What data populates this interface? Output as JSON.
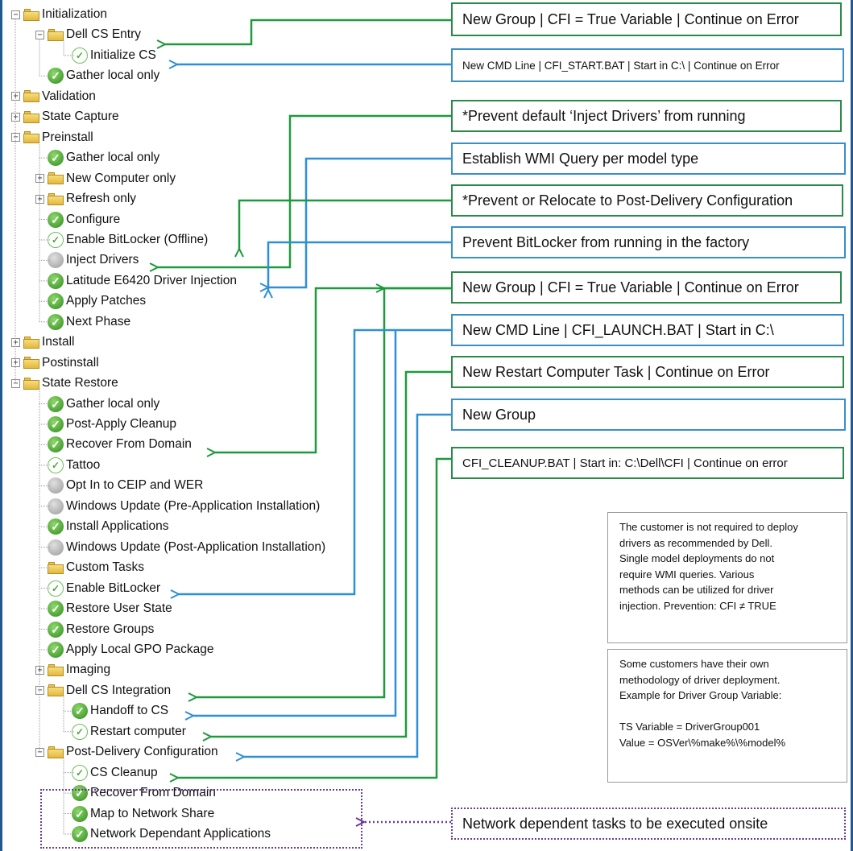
{
  "colors": {
    "green_connector": "#1e9a3c",
    "blue_connector": "#2f8fd6",
    "purple_connector": "#6a3a9a",
    "green_box_border": "#2a8a4a",
    "blue_box_border": "#3a8fc6"
  },
  "tree": [
    {
      "label": "Initialization",
      "kind": "folder",
      "expander": "−",
      "level": 0
    },
    {
      "label": "Dell CS Entry",
      "kind": "folder",
      "expander": "−",
      "level": 1
    },
    {
      "label": "Initialize CS",
      "kind": "check-light",
      "expander": "",
      "level": 2
    },
    {
      "label": "Gather local only",
      "kind": "check-green",
      "expander": "",
      "level": 1
    },
    {
      "label": "Validation",
      "kind": "folder",
      "expander": "+",
      "level": 0
    },
    {
      "label": "State Capture",
      "kind": "folder",
      "expander": "+",
      "level": 0
    },
    {
      "label": "Preinstall",
      "kind": "folder",
      "expander": "−",
      "level": 0
    },
    {
      "label": "Gather local only",
      "kind": "check-green",
      "expander": "",
      "level": 1
    },
    {
      "label": "New Computer only",
      "kind": "folder",
      "expander": "+",
      "level": 1
    },
    {
      "label": "Refresh only",
      "kind": "folder",
      "expander": "+",
      "level": 1
    },
    {
      "label": "Configure",
      "kind": "check-green",
      "expander": "",
      "level": 1
    },
    {
      "label": "Enable BitLocker (Offline)",
      "kind": "check-light",
      "expander": "",
      "level": 1
    },
    {
      "label": "Inject Drivers",
      "kind": "check-grey",
      "expander": "",
      "level": 1
    },
    {
      "label": "Latitude E6420 Driver Injection",
      "kind": "check-green",
      "expander": "",
      "level": 1
    },
    {
      "label": "Apply Patches",
      "kind": "check-green",
      "expander": "",
      "level": 1
    },
    {
      "label": "Next Phase",
      "kind": "check-green",
      "expander": "",
      "level": 1
    },
    {
      "label": "Install",
      "kind": "folder",
      "expander": "+",
      "level": 0
    },
    {
      "label": "Postinstall",
      "kind": "folder",
      "expander": "+",
      "level": 0
    },
    {
      "label": "State Restore",
      "kind": "folder",
      "expander": "−",
      "level": 0
    },
    {
      "label": "Gather local only",
      "kind": "check-green",
      "expander": "",
      "level": 1
    },
    {
      "label": "Post-Apply Cleanup",
      "kind": "check-green",
      "expander": "",
      "level": 1
    },
    {
      "label": "Recover From Domain",
      "kind": "check-green",
      "expander": "",
      "level": 1
    },
    {
      "label": "Tattoo",
      "kind": "check-light",
      "expander": "",
      "level": 1
    },
    {
      "label": "Opt In to CEIP and WER",
      "kind": "check-grey",
      "expander": "",
      "level": 1
    },
    {
      "label": "Windows Update (Pre-Application Installation)",
      "kind": "check-grey",
      "expander": "",
      "level": 1
    },
    {
      "label": "Install Applications",
      "kind": "check-green",
      "expander": "",
      "level": 1
    },
    {
      "label": "Windows Update (Post-Application Installation)",
      "kind": "check-grey",
      "expander": "",
      "level": 1
    },
    {
      "label": "Custom Tasks",
      "kind": "folder",
      "expander": "",
      "level": 1
    },
    {
      "label": "Enable BitLocker",
      "kind": "check-light",
      "expander": "",
      "level": 1
    },
    {
      "label": "Restore User State",
      "kind": "check-green",
      "expander": "",
      "level": 1
    },
    {
      "label": "Restore Groups",
      "kind": "check-green",
      "expander": "",
      "level": 1
    },
    {
      "label": "Apply Local GPO Package",
      "kind": "check-green",
      "expander": "",
      "level": 1
    },
    {
      "label": "Imaging",
      "kind": "folder",
      "expander": "+",
      "level": 1
    },
    {
      "label": "Dell CS Integration",
      "kind": "folder",
      "expander": "−",
      "level": 1
    },
    {
      "label": "Handoff to CS",
      "kind": "check-green",
      "expander": "",
      "level": 2
    },
    {
      "label": "Restart computer",
      "kind": "check-light",
      "expander": "",
      "level": 2
    },
    {
      "label": "Post-Delivery Configuration",
      "kind": "folder",
      "expander": "−",
      "level": 1
    },
    {
      "label": "CS Cleanup",
      "kind": "check-light",
      "expander": "",
      "level": 2
    },
    {
      "label": "Recover From Domain",
      "kind": "check-green",
      "expander": "",
      "level": 2
    },
    {
      "label": "Map to Network Share",
      "kind": "check-green",
      "expander": "",
      "level": 2
    },
    {
      "label": "Network Dependant Applications",
      "kind": "check-green",
      "expander": "",
      "level": 2
    }
  ],
  "callouts": [
    {
      "text": "New Group | CFI = True Variable | Continue on Error",
      "style": "green",
      "size": "large"
    },
    {
      "text": "New CMD Line | CFI_START.BAT | Start in C:\\ | Continue on Error",
      "style": "blue",
      "size": "small"
    },
    {
      "text": "*Prevent default ‘Inject Drivers’ from running",
      "style": "green",
      "size": "large"
    },
    {
      "text": "Establish WMI Query per model type",
      "style": "blue",
      "size": "large"
    },
    {
      "text": "*Prevent or Relocate to Post-Delivery Configuration",
      "style": "green",
      "size": "large"
    },
    {
      "text": "Prevent BitLocker from running in the factory",
      "style": "blue",
      "size": "large"
    },
    {
      "text": "New Group | CFI = True Variable | Continue on Error",
      "style": "green",
      "size": "large"
    },
    {
      "text": "New CMD Line | CFI_LAUNCH.BAT | Start in C:\\",
      "style": "blue",
      "size": "large"
    },
    {
      "text": "New Restart Computer Task | Continue on Error",
      "style": "green",
      "size": "large"
    },
    {
      "text": "New Group",
      "style": "blue",
      "size": "large"
    },
    {
      "text": "CFI_CLEANUP.BAT | Start in: C:\\Dell\\CFI | Continue on error",
      "style": "green",
      "size": "medium"
    },
    {
      "text": "Network dependent tasks to be executed onsite",
      "style": "purple",
      "size": "large"
    }
  ],
  "notes": [
    {
      "text": "The customer is not required to deploy\ndrivers as recommended by Dell.\nSingle model deployments do not\nrequire WMI queries.  Various\nmethods can be utilized for driver\ninjection. Prevention: CFI ≠ TRUE"
    },
    {
      "text": "Some customers have their own\nmethodology of driver deployment.\nExample for Driver Group Variable:\n\nTS Variable = DriverGroup001\nValue = OSVer\\%make%\\%model%"
    }
  ]
}
